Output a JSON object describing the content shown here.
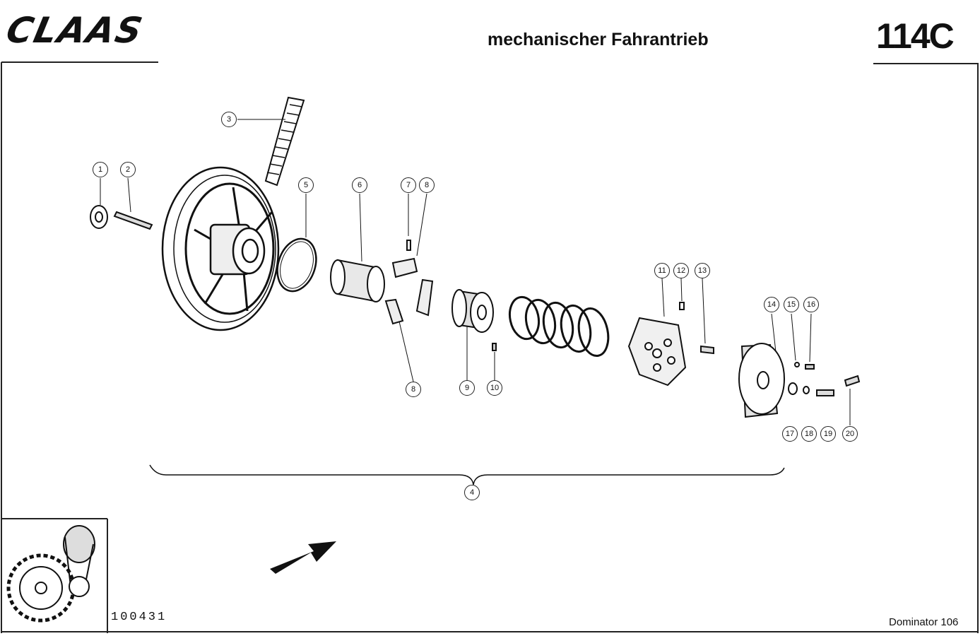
{
  "header": {
    "brand": "CLAAS",
    "title": "mechanischer Fahrantrieb",
    "page_code": "114C"
  },
  "footer": {
    "document_number": "100431",
    "model": "Dominator 106"
  },
  "callouts": [
    {
      "id": "c1",
      "label": "1"
    },
    {
      "id": "c2",
      "label": "2"
    },
    {
      "id": "c3",
      "label": "3"
    },
    {
      "id": "c4",
      "label": "4"
    },
    {
      "id": "c5",
      "label": "5"
    },
    {
      "id": "c6",
      "label": "6"
    },
    {
      "id": "c7",
      "label": "7"
    },
    {
      "id": "c8a",
      "label": "8"
    },
    {
      "id": "c8b",
      "label": "8"
    },
    {
      "id": "c9",
      "label": "9"
    },
    {
      "id": "c10",
      "label": "10"
    },
    {
      "id": "c11",
      "label": "11"
    },
    {
      "id": "c12",
      "label": "12"
    },
    {
      "id": "c13",
      "label": "13"
    },
    {
      "id": "c14",
      "label": "14"
    },
    {
      "id": "c15",
      "label": "15"
    },
    {
      "id": "c16",
      "label": "16"
    },
    {
      "id": "c17",
      "label": "17"
    },
    {
      "id": "c18",
      "label": "18"
    },
    {
      "id": "c19",
      "label": "19"
    },
    {
      "id": "c20",
      "label": "20"
    }
  ]
}
